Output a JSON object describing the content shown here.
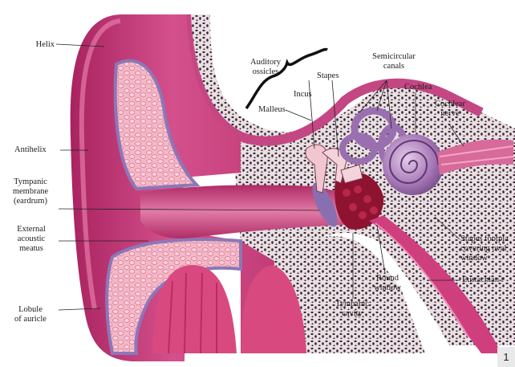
{
  "labels": {
    "helix": "Helix",
    "antihelix": "Antihelix",
    "tympanic_membrane": [
      "Tympanic",
      "membrane",
      "(eardrum)"
    ],
    "external_meatus": [
      "External",
      "acoustic",
      "meatus"
    ],
    "lobule": [
      "Lobule",
      "of auricle"
    ],
    "ossicles": [
      "Auditory",
      "ossicles"
    ],
    "malleus": "Malleus",
    "incus": "Incus",
    "stapes": "Stapes",
    "semicircular": [
      "Semicircular",
      "canals"
    ],
    "cochlea": "Cochlea",
    "cochlear_nerve": [
      "Cochlear",
      "nerve"
    ],
    "stapes_footplate": [
      "Stapes footpla",
      "covering oval",
      "window"
    ],
    "round_window": [
      "Round",
      "window"
    ],
    "tympanic_cavity": [
      "Tympanic",
      "cavity"
    ],
    "eustachian": "Eustachian t"
  },
  "page_number": "1",
  "colors": {
    "auricle": "#c8407e",
    "canal": "#b9306d",
    "cartilage": "#f0a9bb",
    "bone": "#e9dfe3",
    "bone_speck": "#3a2030",
    "cochlea": "#a77fb8",
    "membrane": "#8c73b0",
    "red_tissue": "#8e1330"
  }
}
